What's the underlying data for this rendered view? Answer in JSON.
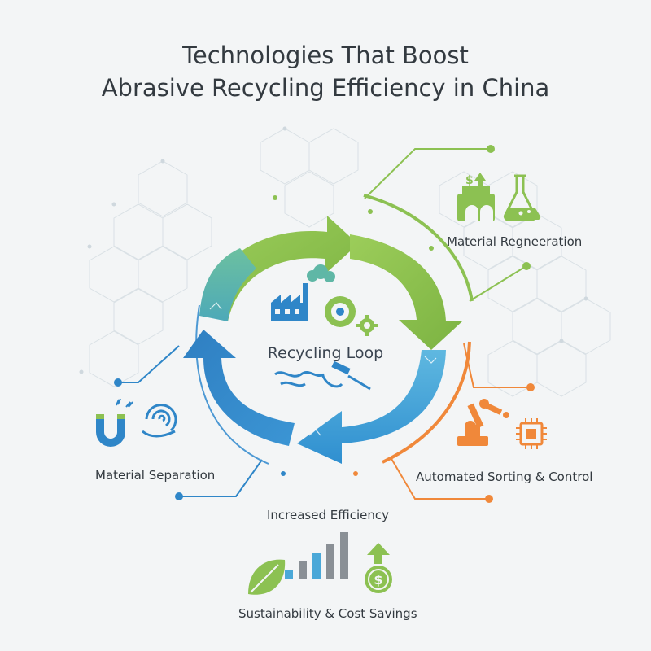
{
  "title": {
    "line1": "Technologies That Boost",
    "line2": "Abrasive Recycling Efficiency in China"
  },
  "center": {
    "label": "Recycling Loop"
  },
  "nodes": {
    "regeneration": {
      "label": "Material Regneeration"
    },
    "sorting": {
      "label": "Automated Sorting & Control"
    },
    "separation": {
      "label": "Material Separation"
    },
    "efficiency": {
      "label": "Increased Efficiency"
    },
    "sustainability": {
      "label": "Sustainability & Cost Savings"
    }
  },
  "colors": {
    "green": "#8cc152",
    "teal": "#5fb7a6",
    "blue": "#2f86c8",
    "light_blue": "#4aa8d8",
    "orange": "#f0883a",
    "gray": "#8a9096",
    "text": "#333a40"
  },
  "icons": [
    "factory-icon",
    "cloud-icon",
    "grinding-wheel-icon",
    "gear-icon",
    "spray-gun-icon",
    "kiln-icon",
    "dollar-up-icon",
    "flask-icon",
    "robot-arm-icon",
    "chip-icon",
    "magnet-icon",
    "cyclone-icon",
    "leaf-icon",
    "bar-chart-icon",
    "dollar-coin-icon",
    "up-arrow-icon"
  ]
}
